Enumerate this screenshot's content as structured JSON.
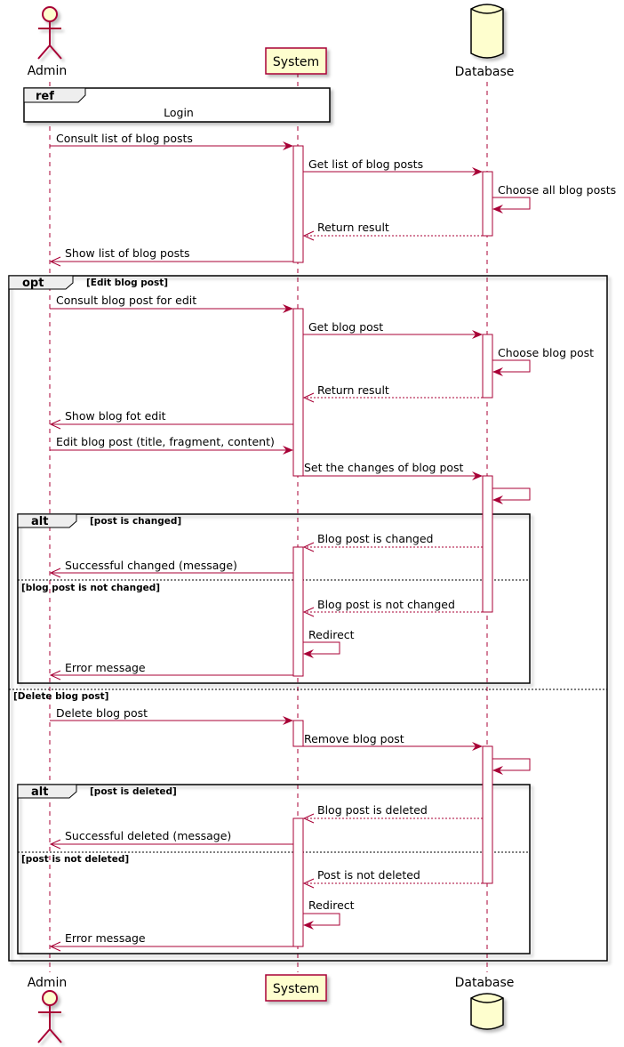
{
  "participants": {
    "admin": "Admin",
    "system": "System",
    "database": "Database"
  },
  "ref": {
    "keyword": "ref",
    "label": "Login"
  },
  "messages": {
    "m1": "Consult list of blog posts",
    "m2": "Get list of blog posts",
    "m3": "Choose all blog posts",
    "m4": "Return result",
    "m5": "Show list of blog posts",
    "e1": "Consult blog post for edit",
    "e2": "Get blog post",
    "e3": "Choose blog post",
    "e4": "Return result",
    "e5": "Show blog fot edit",
    "e6": "Edit blog post (title, fragment, content)",
    "e7": "Set the changes of blog post",
    "c1": "Blog post is changed",
    "c2": "Successful changed (message)",
    "c3": "Blog post is not changed",
    "c4": "Redirect",
    "c5": "Error message",
    "d1": "Delete blog post",
    "d2": "Remove blog post",
    "x1": "Blog post is deleted",
    "x2": "Successful deleted (message)",
    "x3": "Post is not deleted",
    "x4": "Redirect",
    "x5": "Error message"
  },
  "frames": {
    "opt": {
      "keyword": "opt",
      "guard": "[Edit blog post]",
      "else_guard": "[Delete blog post]"
    },
    "alt_change": {
      "keyword": "alt",
      "guard": "[post is  changed]",
      "else_guard": "[blog post is not changed]"
    },
    "alt_delete": {
      "keyword": "alt",
      "guard": "[post is deleted]",
      "else_guard": "[post is not deleted]"
    }
  },
  "colors": {
    "arrow": "#A80036",
    "participant_fill": "#FEFECE",
    "participant_border": "#A80036",
    "lifeline": "#A80036",
    "frame": "#000000",
    "tab_fill": "#EEEEEE"
  }
}
